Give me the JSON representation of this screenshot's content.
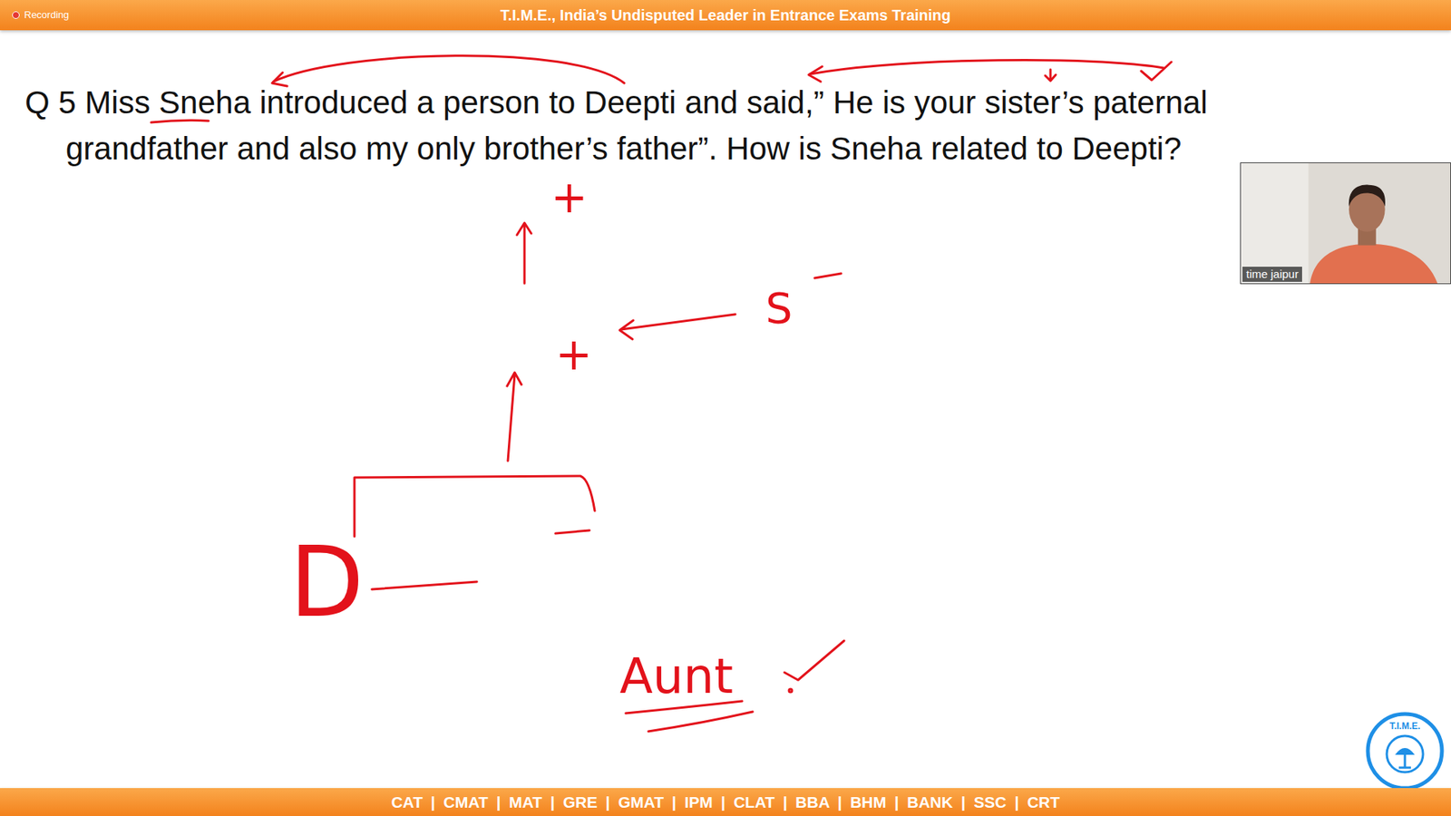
{
  "diagram": {
    "nodes": [
      {
        "text": [
          "Recording",
          "T.I.M.E., India’s Undisputed Leader in Entrance Exams Training"
        ]
      },
      {
        "text": [
          "time jaipur"
        ]
      },
      {
        "text": [
          "T.I.M.E."
        ]
      },
      {
        "text": [
          "CAT | CMAT | MAT | GRE | GMAT | IPM | CLAT | BBA | BHM | BANK | SSC | CRT"
        ]
      }
    ],
    "labels": [
      "Q 5 Miss Sneha introduced a person to Deepti and said,” He is your sister’s paternal grandfather and also my only brother’s father”. How is Sneha related to Deepti?",
      "+",
      "+",
      "S",
      "D",
      "Aunt"
    ]
  }
}
